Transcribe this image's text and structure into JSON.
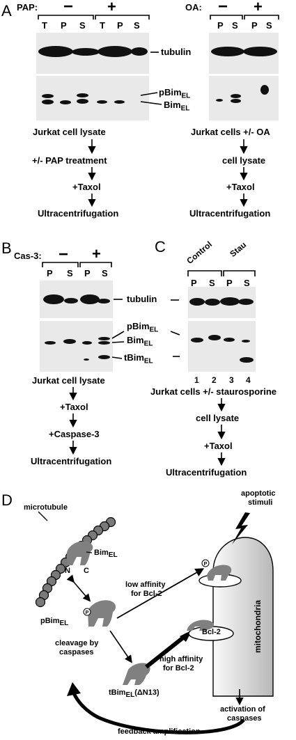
{
  "panel_a": {
    "label": "A",
    "pap_label": "PAP:",
    "pap_minus": "−",
    "pap_plus": "+",
    "lanes_left": [
      "T",
      "P",
      "S",
      "T",
      "P",
      "S"
    ],
    "oa_label": "OA:",
    "oa_minus": "−",
    "oa_plus": "+",
    "lanes_right": [
      "P",
      "S",
      "P",
      "S"
    ],
    "tubulin": "tubulin",
    "pbim": "pBim",
    "bim": "Bim",
    "sub_el": "EL",
    "left_flow": [
      "Jurkat cell lysate",
      "+/- PAP treatment",
      "+Taxol",
      "Ultracentrifugation"
    ],
    "right_flow": [
      "Jurkat cells +/- OA",
      "cell lysate",
      "+Taxol",
      "Ultracentrifugation"
    ]
  },
  "panel_b": {
    "label": "B",
    "cas_label": "Cas-3:",
    "minus": "−",
    "plus": "+",
    "lanes": [
      "P",
      "S",
      "P",
      "S"
    ],
    "tubulin": "tubulin",
    "pbim": "pBim",
    "bim": "Bim",
    "tbim": "tBim",
    "sub_el": "EL",
    "flow": [
      "Jurkat cell lysate",
      "+Taxol",
      "+Caspase-3",
      "Ultracentrifugation"
    ]
  },
  "panel_c": {
    "label": "C",
    "control": "Control",
    "stau": "Stau",
    "lanes": [
      "P",
      "S",
      "P",
      "S"
    ],
    "numbers": [
      "1",
      "2",
      "3",
      "4"
    ],
    "flow": [
      "Jurkat cells +/- staurosporine",
      "cell lysate",
      "+Taxol",
      "Ultracentrifugation"
    ]
  },
  "panel_d": {
    "label": "D",
    "microtubule": "microtubule",
    "bim": "Bim",
    "sub_el": "EL",
    "n": "N",
    "c": "C",
    "p": "P",
    "pbim": "pBim",
    "low1": "low affinity",
    "low2": "for Bcl-2",
    "high1": "high affinity",
    "high2": "for Bcl-2",
    "cleave1": "cleavage by",
    "cleave2": "caspases",
    "tbim": "tBim",
    "dn13": "(ΔN13)",
    "apop1": "apoptotic",
    "apop2": "stimuli",
    "mito": "mitochondria",
    "bcl2": "Bcl-2",
    "act1": "activation of",
    "act2": "caspases",
    "feedback": "feedback amplification"
  }
}
